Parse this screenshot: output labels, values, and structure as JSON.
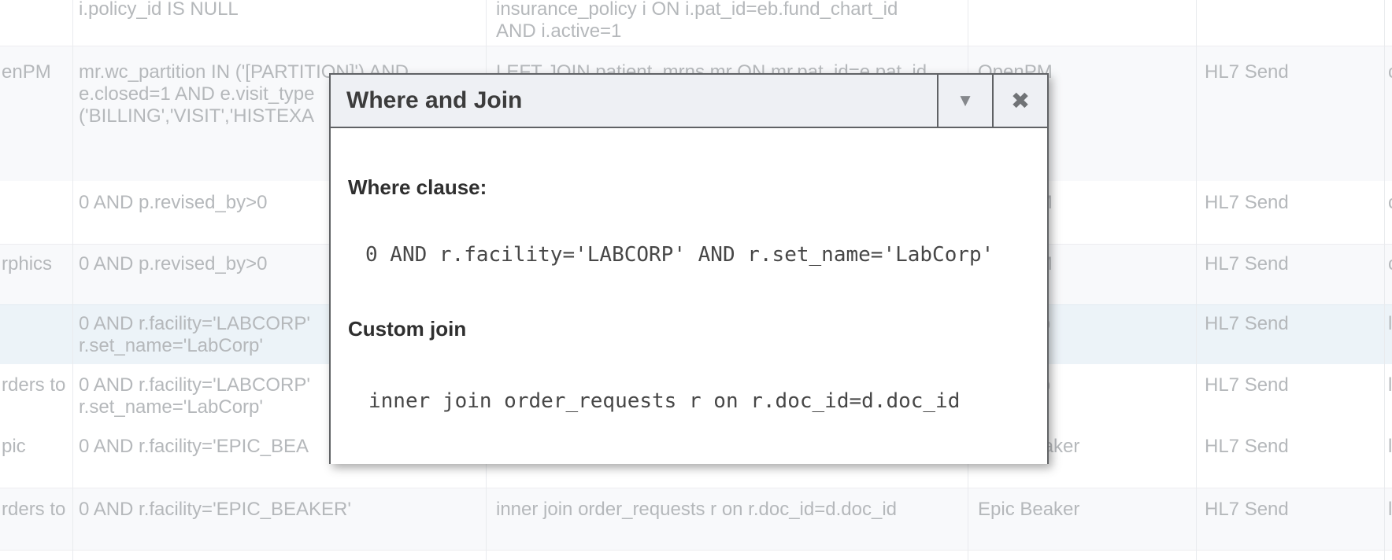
{
  "dialog": {
    "title": "Where and Join",
    "collapse_icon": "▼",
    "close_icon": "✖",
    "where_label": "Where clause:",
    "where_clause": "0 AND r.facility='LABCORP' AND r.set_name='LabCorp'",
    "join_label": "Custom join",
    "custom_join": "inner join order_requests r on r.doc_id=d.doc_id"
  },
  "table": {
    "rows": [
      {
        "name": "",
        "where": [
          "i.policy_id IS NULL"
        ],
        "join": [
          "insurance_policy i ON i.pat_id=eb.fund_chart_id",
          "AND i.active=1"
        ],
        "system": "",
        "send": "",
        "edge": "",
        "selected": false
      },
      {
        "name": "enPM",
        "where": [
          "mr.wc_partition IN ('[PARTITION]') AND",
          "e.closed=1 AND e.visit_type",
          "('BILLING','VISIT','HISTEXA"
        ],
        "join": [
          "LEFT JOIN patient_mrns mr ON mr.pat_id=e.pat_id"
        ],
        "system": "OpenPM",
        "send": "HL7 Send",
        "edge": "c",
        "selected": false
      },
      {
        "name": "",
        "where": [
          "0 AND p.revised_by>0"
        ],
        "join": [],
        "system": "OpenPM",
        "send": "HL7 Send",
        "edge": "c",
        "selected": false
      },
      {
        "name": "rphics",
        "where": [
          "0 AND p.revised_by>0"
        ],
        "join": [],
        "system": "OpenPM",
        "send": "HL7 Send",
        "edge": "c",
        "selected": false
      },
      {
        "name": "",
        "where": [
          "0 AND r.facility='LABCORP'",
          "r.set_name='LabCorp'"
        ],
        "join": [],
        "system": "LabCorp",
        "send": "HL7 Send",
        "edge": "l",
        "selected": true
      },
      {
        "name": "rders to",
        "where": [
          "0 AND r.facility='LABCORP'",
          "r.set_name='LabCorp'"
        ],
        "join": [],
        "system": "LabCorp",
        "send": "HL7 Send",
        "edge": "l",
        "selected": false
      },
      {
        "name": "pic",
        "where": [
          "0 AND r.facility='EPIC_BEA"
        ],
        "join": [],
        "system": "Epic Beaker",
        "send": "HL7 Send",
        "edge": "l",
        "selected": false
      },
      {
        "name": "rders to",
        "where": [
          "0 AND r.facility='EPIC_BEAKER'"
        ],
        "join": [
          "inner join order_requests r on r.doc_id=d.doc_id"
        ],
        "system": "Epic Beaker",
        "send": "HL7 Send",
        "edge": "l",
        "selected": false
      }
    ]
  },
  "colors": {
    "selected_row": "#ecf3f8",
    "row_stripe": "#f8f9fb",
    "table_text": "#b5b8bb",
    "dialog_titlebar_bg": "#eef0f4",
    "dialog_border": "#606265",
    "dialog_title_text": "#3c3c3c",
    "code_text": "#474747"
  }
}
